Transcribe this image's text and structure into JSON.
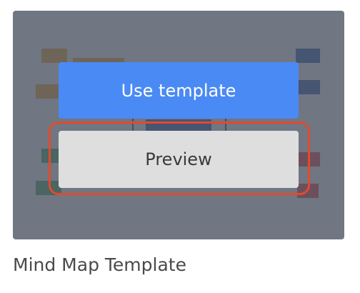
{
  "template_card": {
    "title": "Mind Map Template",
    "use_button_label": "Use template",
    "preview_button_label": "Preview",
    "colors": {
      "use_button": "#4a8af4",
      "preview_button": "#dedede",
      "highlight": "#e24a2c",
      "overlay": "#505866"
    }
  }
}
